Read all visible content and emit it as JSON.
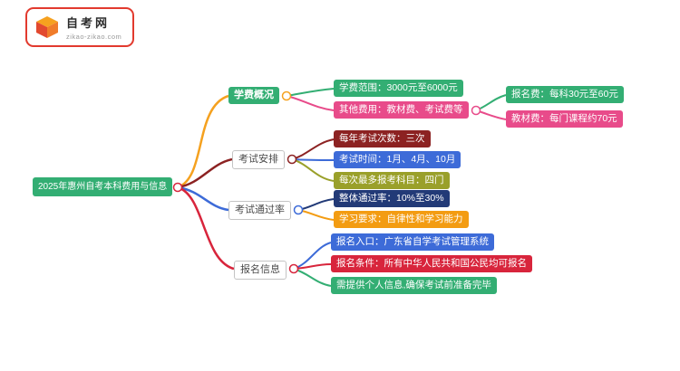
{
  "logo": {
    "title": "自考网",
    "subtitle": "zikao-zikao.com"
  },
  "mindmap": {
    "root": "2025年惠州自考本科费用与信息",
    "branches": [
      {
        "label": "学费概况",
        "children": [
          {
            "label": "学费范围：3000元至6000元"
          },
          {
            "label": "其他费用：教材费、考试费等",
            "children": [
              {
                "label": "报名费：每科30元至60元"
              },
              {
                "label": "教材费：每门课程约70元"
              }
            ]
          }
        ]
      },
      {
        "label": "考试安排",
        "children": [
          {
            "label": "每年考试次数：三次"
          },
          {
            "label": "考试时间：1月、4月、10月"
          },
          {
            "label": "每次最多报考科目：四门"
          }
        ]
      },
      {
        "label": "考试通过率",
        "children": [
          {
            "label": "整体通过率：10%至30%"
          },
          {
            "label": "学习要求：自律性和学习能力"
          }
        ]
      },
      {
        "label": "报名信息",
        "children": [
          {
            "label": "报名入口：广东省自学考试管理系统"
          },
          {
            "label": "报名条件：所有中华人民共和国公民均可报名"
          },
          {
            "label": "需提供个人信息,确保考试前准备完毕"
          }
        ]
      }
    ]
  },
  "palette": {
    "green": "#33ae73",
    "pink": "#e84b8a",
    "maroon": "#8c2222",
    "blue": "#3d6bd8",
    "olive": "#9aa02a",
    "navy": "#223a77",
    "orange": "#f39c12",
    "crimson": "#d8253c",
    "branch_line_orange": "#f5a11f",
    "logo_red": "#e23a2e"
  }
}
